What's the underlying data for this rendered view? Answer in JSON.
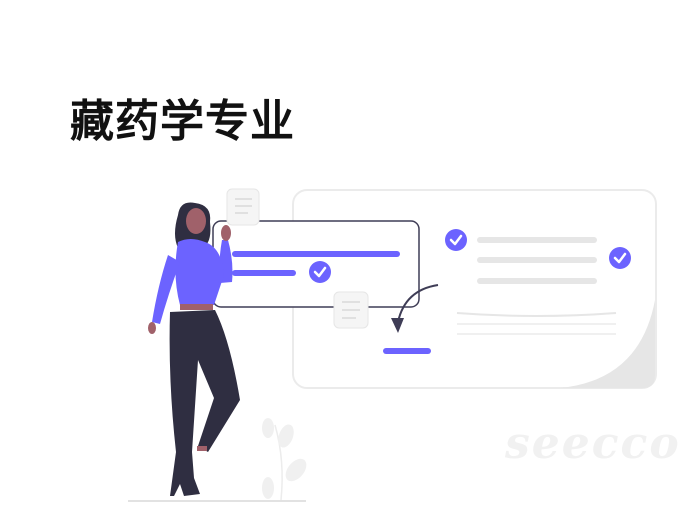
{
  "slide": {
    "title": "藏药学专业",
    "watermark": "seecco"
  },
  "colors": {
    "accent": "#6c63ff",
    "dark": "#2f2e41",
    "skin": "#a0616a",
    "light_gray": "#e6e6e6",
    "border_gray": "#e8e8e8"
  },
  "illustration": {
    "description": "Woman holding a note next to a checklist card; second card with checked items; curved arrow pointing to a line",
    "icons": [
      "check-circle-icon",
      "check-circle-icon",
      "check-circle-icon",
      "note-icon",
      "note-icon",
      "curved-arrow-icon",
      "plant-icon"
    ]
  }
}
